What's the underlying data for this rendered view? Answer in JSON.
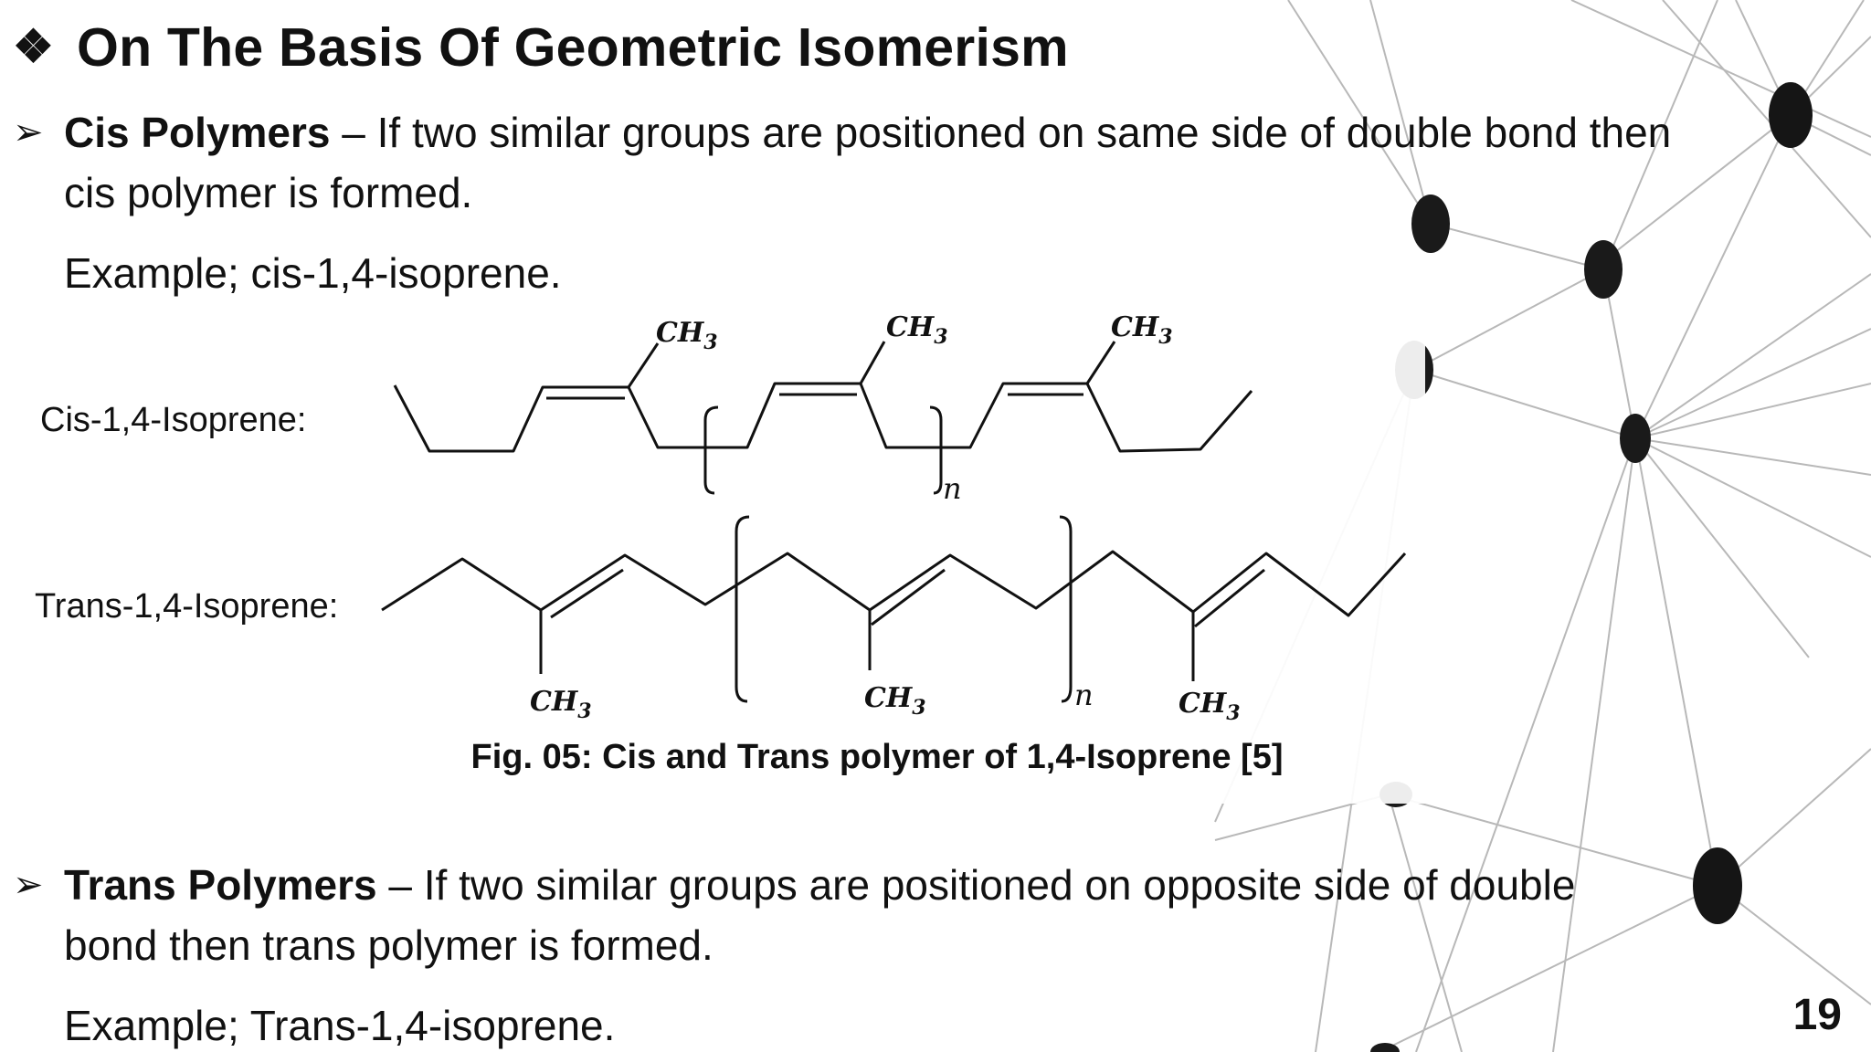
{
  "slide": {
    "title": "On The Basis Of Geometric Isomerism",
    "title_bullet_icon": "diamond-bullet-icon",
    "page_number": "19"
  },
  "cis": {
    "term": "Cis Polymers",
    "definition": " – If two similar groups are positioned on same side of double bond then cis polymer is formed.",
    "example": "Example; cis-1,4-isoprene."
  },
  "trans": {
    "term": "Trans Polymers",
    "definition": " – If two similar groups are positioned on opposite side of double bond then trans polymer is formed.",
    "example": "Example; Trans-1,4-isoprene."
  },
  "figure": {
    "cis_label": "Cis-1,4-Isoprene:",
    "trans_label": "Trans-1,4-Isoprene:",
    "methyl_main": "CH",
    "methyl_sub": "3",
    "repeat_index": "n",
    "caption": "Fig. 05: Cis and Trans polymer of 1,4-Isoprene [5]"
  }
}
